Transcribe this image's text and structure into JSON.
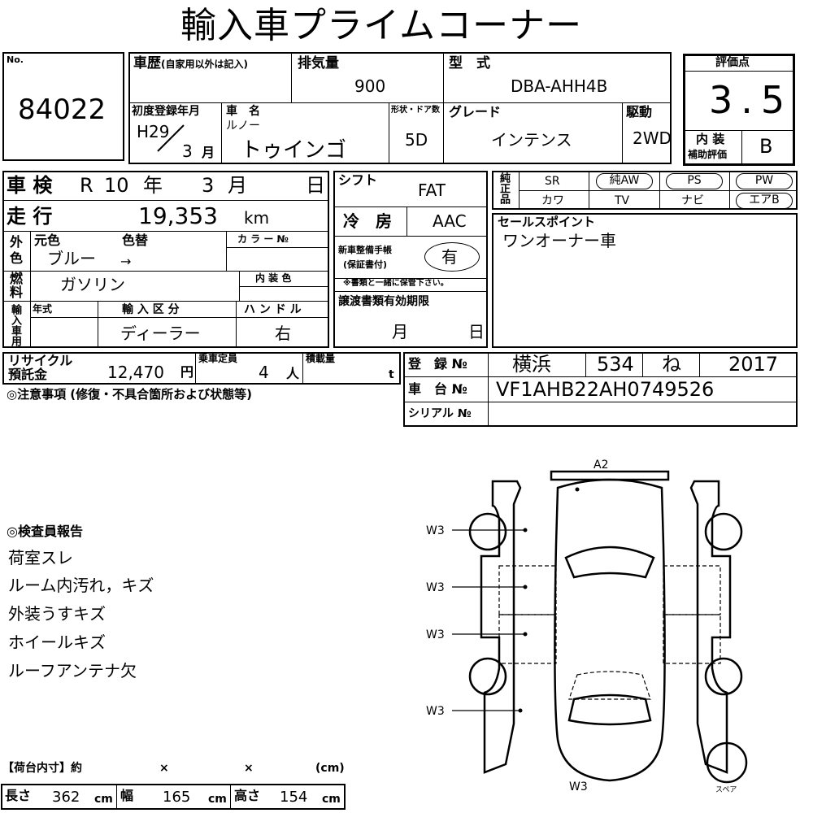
{
  "title": "輸入車プライムコーナー",
  "lot": {
    "no_label": "No.",
    "number": "84022"
  },
  "history": {
    "label": "車歴",
    "note": "(自家用以外は記入)"
  },
  "displacement": {
    "label": "排気量",
    "value": "900"
  },
  "model_type": {
    "label": "型　式",
    "value": "DBA-AHH4B"
  },
  "first_reg": {
    "label": "初度登録年月",
    "era_year": "H29",
    "month": "3",
    "month_unit": "月"
  },
  "car_name": {
    "label": "車　名",
    "maker": "ルノー",
    "name": "トゥインゴ"
  },
  "body": {
    "label": "形状・ドア数",
    "value": "5D"
  },
  "grade": {
    "label": "グレード",
    "value": "インテンス"
  },
  "drive": {
    "label": "駆動",
    "value": "2WD"
  },
  "score": {
    "label": "評価点",
    "value": "3.5",
    "interior_label": "内 装",
    "interior_sub": "補助評価",
    "interior_value": "B"
  },
  "inspection": {
    "label": "車 検",
    "era": "R",
    "year": "10",
    "year_unit": "年",
    "month": "3",
    "month_unit": "月",
    "day_unit": "日"
  },
  "mileage": {
    "label": "走 行",
    "value": "19,353",
    "unit": "km"
  },
  "shift": {
    "label": "シフト",
    "value": "FAT"
  },
  "ac": {
    "label": "冷　房",
    "value": "AAC"
  },
  "exterior_color": {
    "label1": "外",
    "label2": "色",
    "original_label": "元色",
    "change_label": "色替",
    "original": "ブルー",
    "arrow": "→",
    "color_no_label": "カ ラ ー №"
  },
  "fuel": {
    "label1": "燃",
    "label2": "料",
    "value": "ガソリン"
  },
  "interior_color": {
    "label": "内 装 色"
  },
  "maintenance": {
    "label1": "新車整備手帳",
    "label2": "(保証書付)",
    "value": "有",
    "note": "※書類と一緒に保管下さい。"
  },
  "import": {
    "label": "輸入車用",
    "year_label": "年式",
    "type_label": "輸 入 区 分",
    "type_value": "ディーラー",
    "handle_label": "ハ ン ド ル",
    "handle_value": "右"
  },
  "transfer": {
    "label": "譲渡書類有効期限",
    "month_unit": "月",
    "day_unit": "日"
  },
  "options": {
    "label": "純正品",
    "row1": [
      "SR",
      "純AW",
      "PS",
      "PW"
    ],
    "row2": [
      "カワ",
      "TV",
      "ナビ",
      "エアB"
    ]
  },
  "sales_point": {
    "label": "セールスポイント",
    "value": "ワンオーナー車"
  },
  "recycle": {
    "label1": "リサイクル",
    "label2": "預託金",
    "value": "12,470",
    "unit": "円"
  },
  "capacity": {
    "label": "乗車定員",
    "value": "4",
    "unit": "人"
  },
  "load": {
    "label": "積載量",
    "unit": "t"
  },
  "registration": {
    "label": "登　録 №",
    "area": "横浜",
    "class": "534",
    "kana": "ね",
    "number": "2017"
  },
  "chassis": {
    "label": "車　台 №",
    "value": "VF1AHB22AH0749526"
  },
  "serial": {
    "label": "シリアル №"
  },
  "notes_label": "◎注意事項 (修復・不具合箇所および状態等)",
  "inspector": {
    "label": "◎検査員報告",
    "items": [
      "荷室スレ",
      "ルーム内汚れ，キズ",
      "外装うすキズ",
      "ホイールキズ",
      "ルーフアンテナ欠"
    ]
  },
  "cargo": {
    "label": "【荷台内寸】約",
    "x1": "×",
    "x2": "×",
    "unit_cm": "(cm)",
    "length_label": "長さ",
    "length": "362",
    "width_label": "幅",
    "width": "165",
    "height_label": "高さ",
    "height": "154",
    "cm": "cm"
  },
  "diagram": {
    "a2": "A2",
    "w3": "W3",
    "spare": "スペア"
  }
}
